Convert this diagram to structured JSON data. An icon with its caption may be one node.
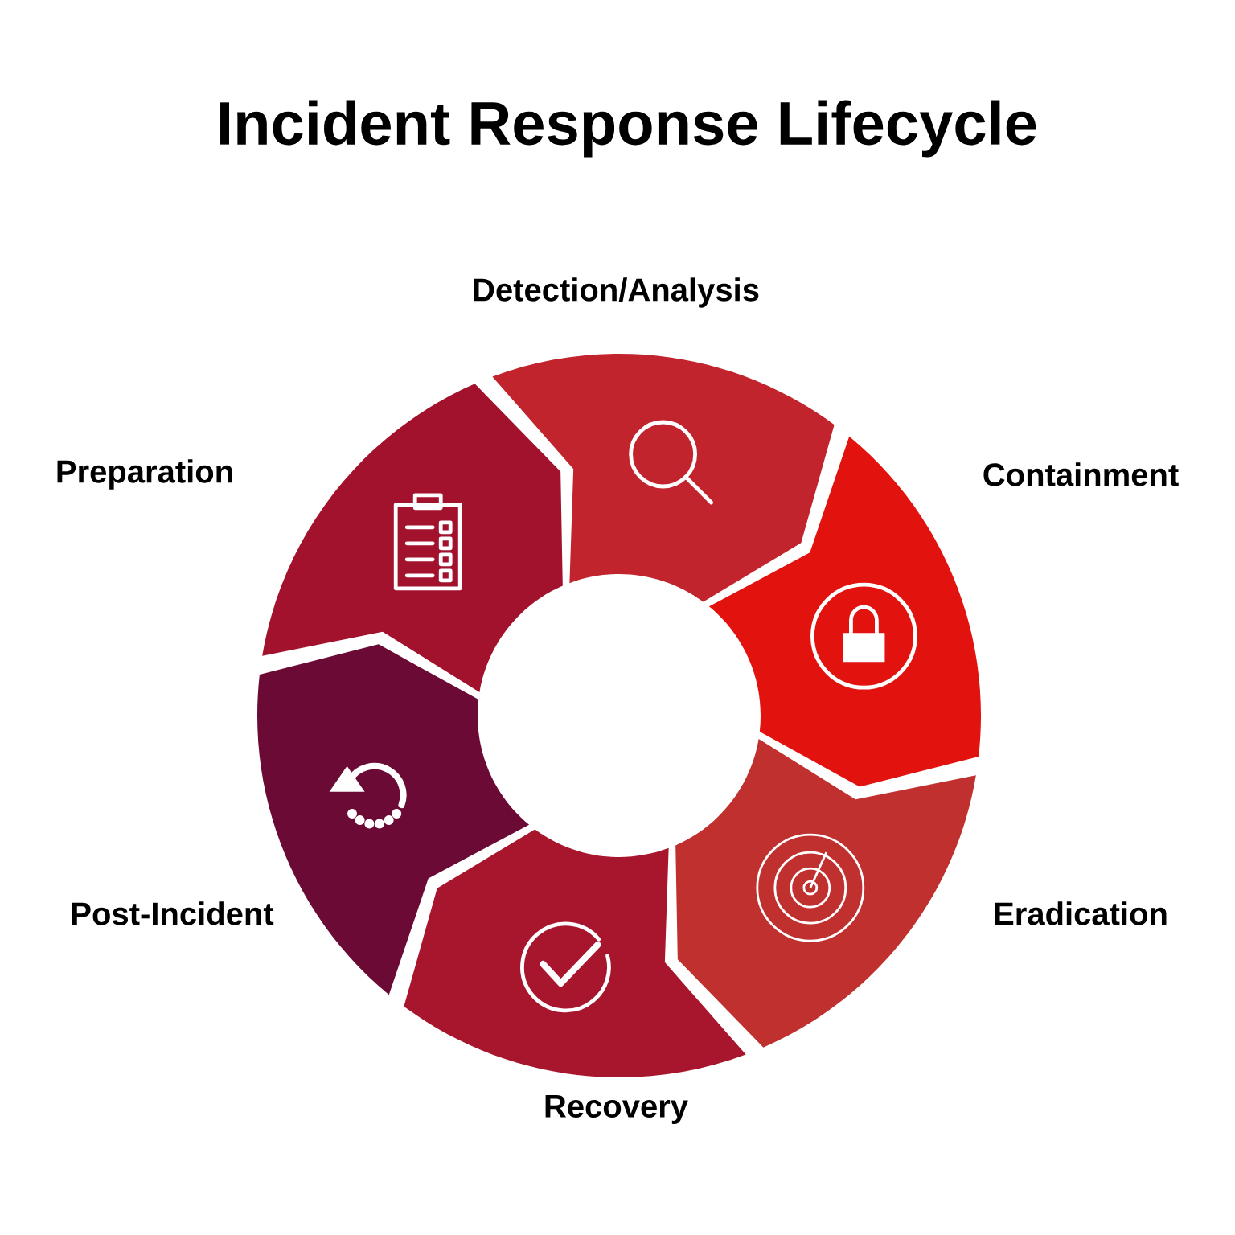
{
  "diagram": {
    "title": "Incident Response Lifecycle",
    "nodes": [
      {
        "text": [],
        "shape": "chevron",
        "beside": [
          "Preparation"
        ]
      },
      {
        "text": [],
        "shape": "chevron",
        "beside": [
          "Detection/Analysis"
        ]
      },
      {
        "text": [],
        "shape": "chevron",
        "beside": [
          "Containment"
        ]
      },
      {
        "text": [],
        "shape": "chevron",
        "beside": [
          "Eradication"
        ]
      },
      {
        "text": [],
        "shape": "chevron",
        "beside": [
          "Recovery"
        ]
      },
      {
        "text": [],
        "shape": "chevron",
        "beside": [
          "Post-Incident"
        ]
      }
    ]
  }
}
